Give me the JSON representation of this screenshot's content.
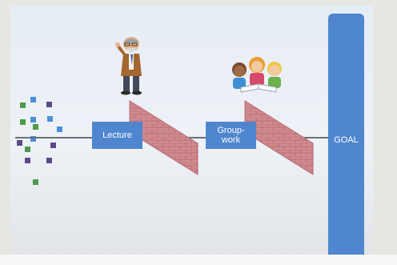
{
  "stages": {
    "lecture_label": "Lecture",
    "group_label_line1": "Group-",
    "group_label_line2": "work"
  },
  "goal": {
    "label": "GOAL"
  },
  "colors": {
    "accent_blue": "#4f86cf",
    "dot_green": "#4e9a4a",
    "dot_blue": "#4c8fd8",
    "dot_purple": "#5a4a8a",
    "wall_brick": "#c97a82"
  },
  "icons": {
    "lecturer": "professor-figure",
    "students": "children-reading-group",
    "walls": "brick-wall"
  }
}
